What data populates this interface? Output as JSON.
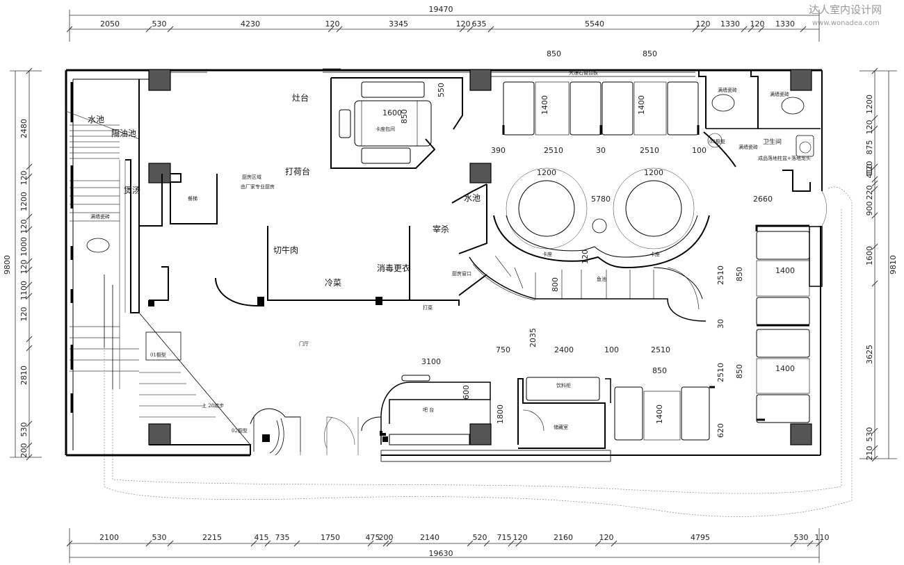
{
  "watermark": {
    "brand": "达人室内设计网",
    "url": "www.wonadea.com"
  },
  "dims": {
    "top_total": "19470",
    "top": [
      "2050",
      "530",
      "4230",
      "120",
      "3345",
      "120",
      "635",
      "5540",
      "120",
      "1330",
      "120",
      "1330"
    ],
    "bottom_total": "19630",
    "bottom": [
      "2100",
      "530",
      "2215",
      "415",
      "735",
      "1750",
      "475",
      "200",
      "2140",
      "520",
      "715",
      "120",
      "2160",
      "120",
      "4795",
      "530",
      "110"
    ],
    "left_total": "9800",
    "left": [
      "2480",
      "120",
      "1200",
      "120",
      "1000",
      "120",
      "1100",
      "120",
      "2810",
      "530",
      "200"
    ],
    "right_total": "9810",
    "right": [
      "1200",
      "120",
      "875",
      "410",
      "120",
      "220",
      "900",
      "1600",
      "3625",
      "530",
      "210"
    ],
    "interior": {
      "d850a": "850",
      "d850b": "850",
      "d1400a": "1400",
      "d1400b": "1400",
      "d390": "390",
      "d2510a": "2510",
      "d30a": "30",
      "d2510b": "2510",
      "d100a": "100",
      "d1200a": "1200",
      "d1200b": "1200",
      "d5780": "5780",
      "d2660": "2660",
      "d2510c": "2510",
      "d850c": "850",
      "d1400c": "1400",
      "d30b": "30",
      "d2510d": "2510",
      "d850d": "850",
      "d1400d": "1400",
      "d2035": "2035",
      "d750": "750",
      "d2400": "2400",
      "d100b": "100",
      "d2510e": "2510",
      "d850e": "850",
      "d1400e": "1400",
      "d620": "620",
      "d3100": "3100",
      "d600": "600",
      "d1800": "1800",
      "d120": "120",
      "d800": "800",
      "d1600": "1600",
      "d850f": "850",
      "d550": "550"
    }
  },
  "rooms": {
    "stove": "灶台",
    "prep": "打荷台",
    "kitchen_area": "厨房区域",
    "kitchen_vendor": "由厂家专业厨房",
    "sink": "水池",
    "slaughter": "宰杀",
    "beef": "切牛肉",
    "cold_dish": "冷菜",
    "disinfect": "消毒更衣",
    "hall": "门厅",
    "bar": "吧 台",
    "storage": "储藏室",
    "drinks": "饮料柜",
    "restroom": "卫生间",
    "water_pool": "水池",
    "grease_trap": "隔油池",
    "soup": "煲汤",
    "booth_room": "卡座包间",
    "elevator": "餐梯",
    "tile1": "满墙瓷砖",
    "tile2": "满墙瓷砖",
    "tile3": "满墙瓷砖",
    "tile4": "满墙瓷砖",
    "cab1": "01橱型",
    "cab2": "02橱型",
    "cab3": "03橱型",
    "stairs": "上 28踏步",
    "booth1": "卡座",
    "booth2": "卡座",
    "fish": "鱼池",
    "window": "厨房窗口",
    "counter_label": "打菜",
    "floor_drain": "成品落地柱盆+落地龙头",
    "marble": "大理石窗台板"
  }
}
